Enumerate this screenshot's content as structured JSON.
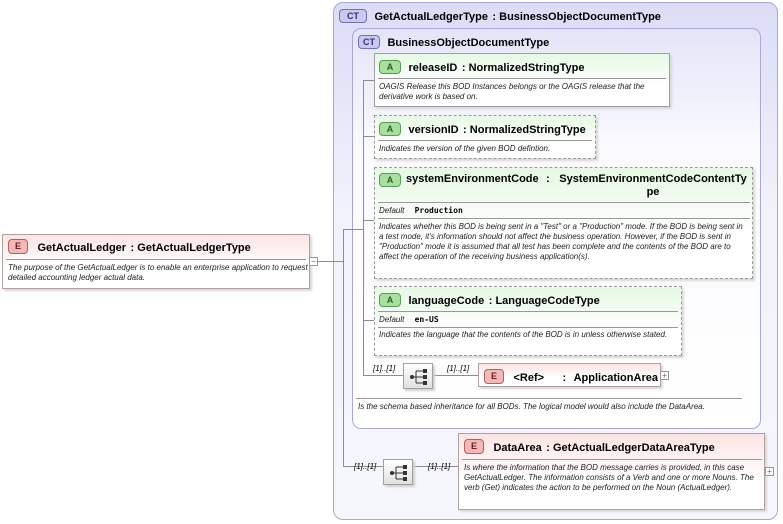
{
  "root": {
    "badge": "E",
    "name": "GetActualLedger",
    "type": "GetActualLedgerType",
    "description": "The purpose of the GetActualLedger is to enable an enterprise application to request detailed accounting ledger actual data.",
    "toggle": "−"
  },
  "outer_type": {
    "badge": "CT",
    "name": "GetActualLedgerType",
    "base": "BusinessObjectDocumentType"
  },
  "inner_type": {
    "badge": "CT",
    "name": "BusinessObjectDocumentType",
    "description": "Is the schema based inheritance for all BODs. The logical model would also include the DataArea."
  },
  "attributes": [
    {
      "badge": "A",
      "name": "releaseID",
      "type": "NormalizedStringType",
      "description": "OAGIS Release this BOD Instances belongs or the OAGIS release that the derivative work is based on."
    },
    {
      "badge": "A",
      "name": "versionID",
      "type": "NormalizedStringType",
      "description": "Indicates the version of the given BOD defintion."
    },
    {
      "badge": "A",
      "name": "systemEnvironmentCode",
      "type_line1": "SystemEnvironmentCodeContentTy",
      "type_line2": "pe",
      "default_label": "Default",
      "default_value": "Production",
      "description": "Indicates whether this BOD is being sent in a \"Test\" or a \"Production\" mode. If the BOD is being sent in a test mode, it's information should not affect the business operation. However, if the BOD is sent in \"Production\" mode it is assumed that all test has been complete and the contents of the BOD are to affect the operation of the receiving business application(s)."
    },
    {
      "badge": "A",
      "name": "languageCode",
      "type": "LanguageCodeType",
      "default_label": "Default",
      "default_value": "en-US",
      "description": "Indicates the language that the contents of the BOD is in unless otherwise stated."
    }
  ],
  "app_area": {
    "badge": "E",
    "ref": "<Ref>",
    "name": "ApplicationArea",
    "card_left": "[1]..[1]",
    "card_right": "[1]..[1]"
  },
  "data_area": {
    "badge": "E",
    "name": "DataArea",
    "type": "GetActualLedgerDataAreaType",
    "description": "Is where the information that the BOD message carries is provided, in this case GetActualLedger. The information consists of a Verb and one or more Nouns. The verb (Get) indicates the action to be performed on the Noun (ActualLedger).",
    "card_left": "[1]..[1]",
    "card_right": "[1]..[1]"
  },
  "colors": {
    "complex_type_bg": "#eaeafb",
    "attribute_bg": "#e6f9e4",
    "element_bg": "#fde4e4",
    "border": "#a8a8d8"
  }
}
